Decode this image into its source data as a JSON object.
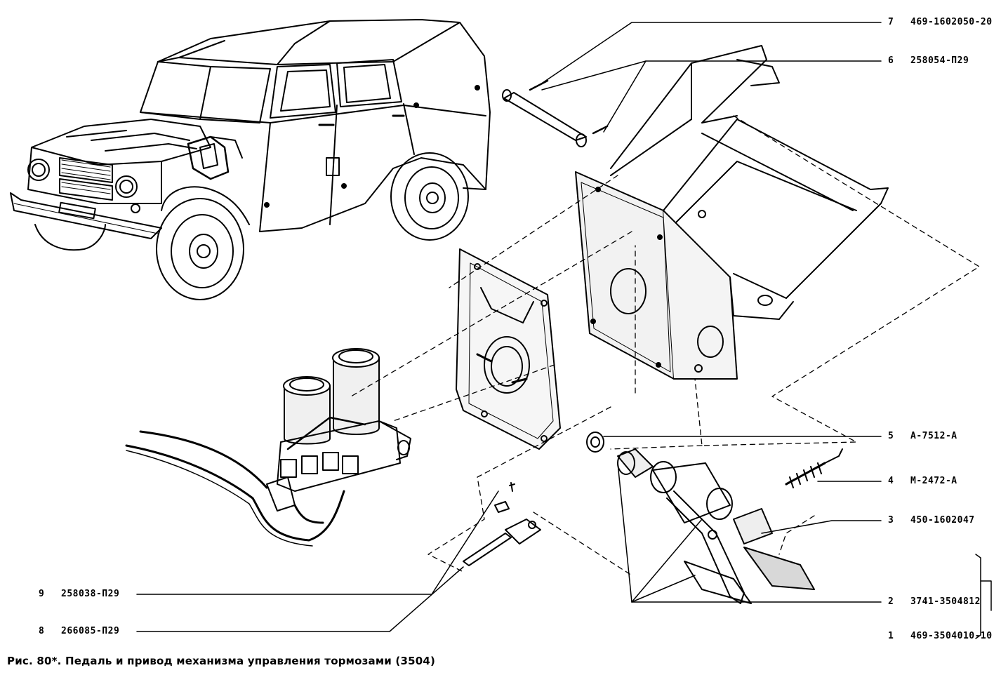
{
  "caption": "Рис. 80*. Педаль и привод механизма управления тормозами (3504)",
  "right_callouts": [
    {
      "num": "7",
      "code": "469-1602050-20"
    },
    {
      "num": "6",
      "code": "258054-П29"
    },
    {
      "num": "5",
      "code": "А-7512-А"
    },
    {
      "num": "4",
      "code": "М-2472-А"
    },
    {
      "num": "3",
      "code": "450-1602047"
    },
    {
      "num": "2",
      "code": "3741-3504812"
    },
    {
      "num": "1",
      "code": "469-3504010-10"
    }
  ],
  "left_callouts": [
    {
      "num": "9",
      "code": "258038-П29"
    },
    {
      "num": "8",
      "code": "266085-П29"
    }
  ]
}
